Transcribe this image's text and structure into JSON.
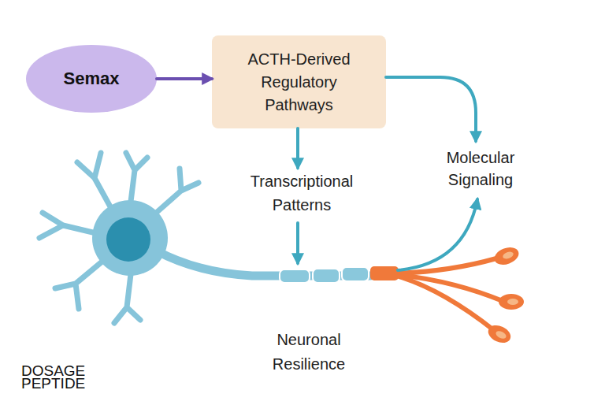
{
  "diagram": {
    "nodes": [
      {
        "text": [
          "Semax"
        ]
      },
      {
        "text": [
          "ACTH-Derived Regulatory Pathways"
        ]
      },
      {
        "text": [
          "Transcriptional Patterns"
        ]
      },
      {
        "text": [
          "Molecular Signaling"
        ]
      },
      {
        "text": [
          "Neuronal Resilience"
        ]
      }
    ],
    "edges": [
      {
        "from": 0,
        "to": 1,
        "arrow": "to"
      },
      {
        "from": 1,
        "to": 2,
        "arrow": "to"
      },
      {
        "from": 2,
        "to": 4,
        "arrow": "to"
      },
      {
        "from": 1,
        "to": 3,
        "arrow": "to"
      },
      {
        "from": 4,
        "to": 3,
        "arrow": "to"
      }
    ],
    "labels": [
      "DOSAGE PEPTIDE"
    ]
  }
}
